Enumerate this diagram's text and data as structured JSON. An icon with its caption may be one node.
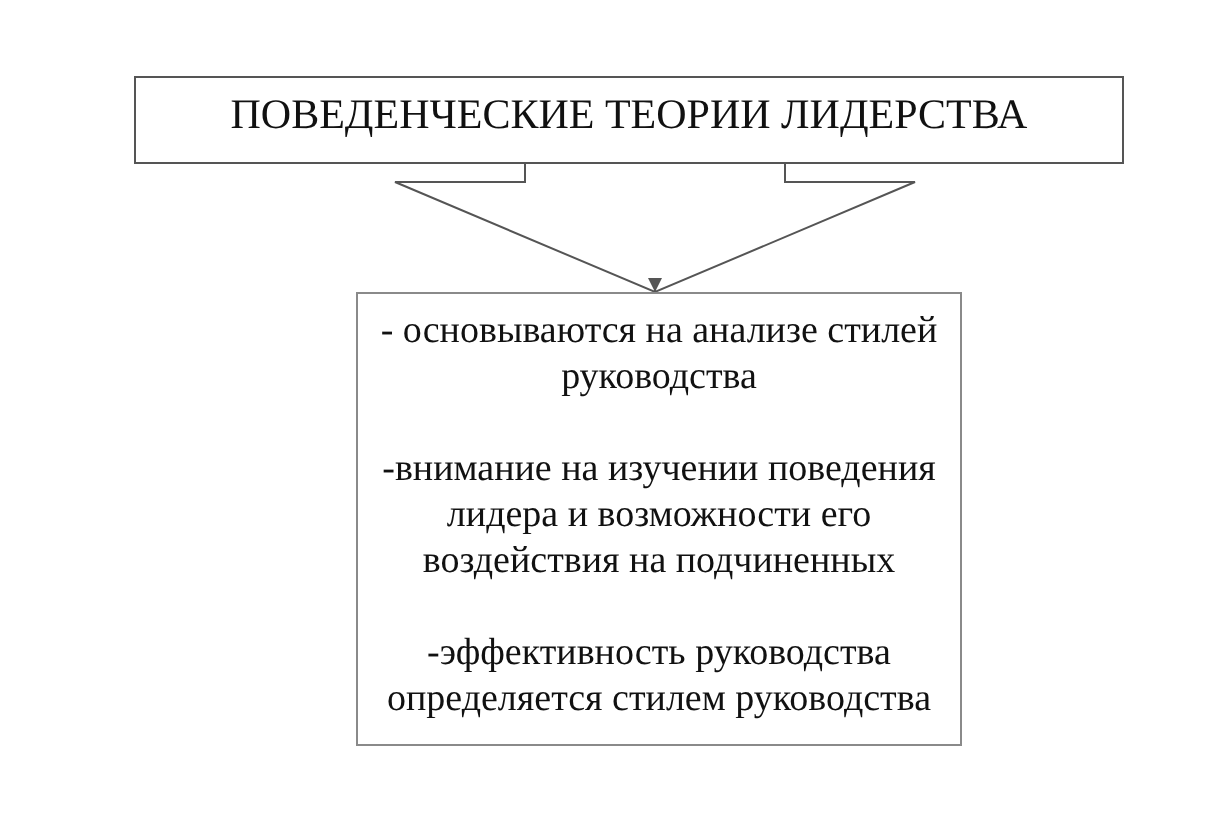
{
  "diagram": {
    "nodes": [
      {
        "text": [
          "ПОВЕДЕНЧЕСКИЕ ТЕОРИИ ЛИДЕРСТВА"
        ]
      },
      {
        "text": [
          "- основываются на анализе стилей руководства",
          "-внимание на изучении поведения лидера и возможности его воздействия на подчиненных",
          "-эффективность руководства определяется стилем руководства"
        ]
      }
    ],
    "edges": [
      {
        "from": 0,
        "to": 1,
        "arrow": "to"
      }
    ]
  }
}
